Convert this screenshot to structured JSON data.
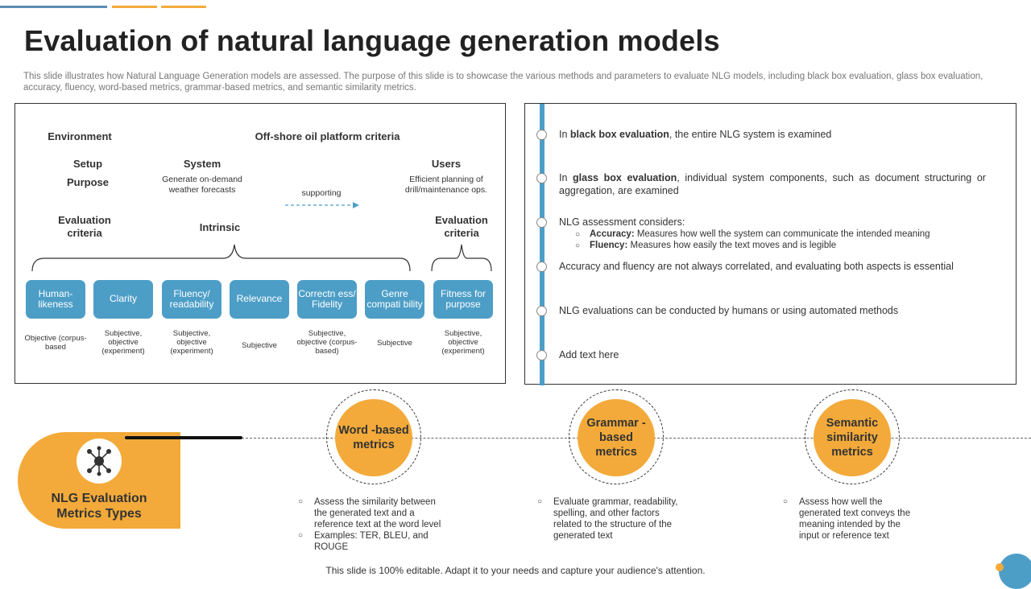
{
  "colors": {
    "accent_blue": "#4d9ec7",
    "accent_orange": "#f3aa3a",
    "top_bar_gray": "#5b8db5"
  },
  "title": "Evaluation of natural language generation models",
  "subtitle": "This slide illustrates how Natural Language Generation models are assessed. The purpose of this slide is to showcase the various methods and parameters to evaluate NLG models, including black box evaluation, glass box evaluation, accuracy, fluency, word-based metrics, grammar-based metrics, and semantic similarity metrics.",
  "left_panel": {
    "environment": "Environment",
    "criteria_title": "Off-shore oil platform criteria",
    "setup": "Setup",
    "purpose": "Purpose",
    "system": "System",
    "system_desc": "Generate on-demand weather forecasts",
    "users": "Users",
    "users_desc": "Efficient planning of drill/maintenance ops.",
    "supporting": "supporting",
    "eval_criteria_left": "Evaluation criteria",
    "intrinsic": "Intrinsic",
    "eval_criteria_right": "Evaluation criteria",
    "criteria": [
      {
        "label": "Human-likeness",
        "type": "Objective (corpus-based"
      },
      {
        "label": "Clarity",
        "type": "Subjective, objective (experiment)"
      },
      {
        "label": "Fluency/ readability",
        "type": "Subjective, objective (experiment)"
      },
      {
        "label": "Relevance",
        "type": "Subjective"
      },
      {
        "label": "Correctn ess/ Fidelity",
        "type": "Subjective, objective (corpus- based)"
      },
      {
        "label": "Genre compati bility",
        "type": "Subjective"
      },
      {
        "label": "Fitness for purpose",
        "type": "Subjective, objective (experiment)"
      }
    ]
  },
  "right_panel": {
    "item1_pre": "In ",
    "item1_bold": "black box evaluation",
    "item1_post": ", the entire NLG system is examined",
    "item2_pre": "In ",
    "item2_bold": "glass box evaluation",
    "item2_post": ", individual system components, such as document structuring or aggregation, are examined",
    "item3": "NLG assessment considers:",
    "sub1_bold": "Accuracy:",
    "sub1_text": " Measures how well the system can communicate the intended meaning",
    "sub2_bold": "Fluency:",
    "sub2_text": " Measures how easily the text moves and is legible",
    "item4": "Accuracy and fluency are not always correlated, and evaluating both aspects is essential",
    "item5": "NLG evaluations can be conducted by humans or using automated methods",
    "item6": "Add text here"
  },
  "bottom": {
    "card_label": "NLG Evaluation Metrics Types",
    "card_icon": "network-nodes-icon",
    "metrics": [
      {
        "title": "Word -based metrics",
        "bullets": [
          "Assess the similarity between the generated text and a reference text  at the word level",
          "Examples: TER, BLEU, and ROUGE"
        ]
      },
      {
        "title": "Grammar -based metrics",
        "bullets": [
          "Evaluate grammar, readability, spelling, and other factors related to the structure of the generated text"
        ]
      },
      {
        "title": "Semantic similarity metrics",
        "bullets": [
          "Assess how well the generated text conveys the meaning intended by the input or reference text"
        ]
      }
    ]
  },
  "footer": "This slide is 100% editable. Adapt it to your needs and capture your audience's attention."
}
